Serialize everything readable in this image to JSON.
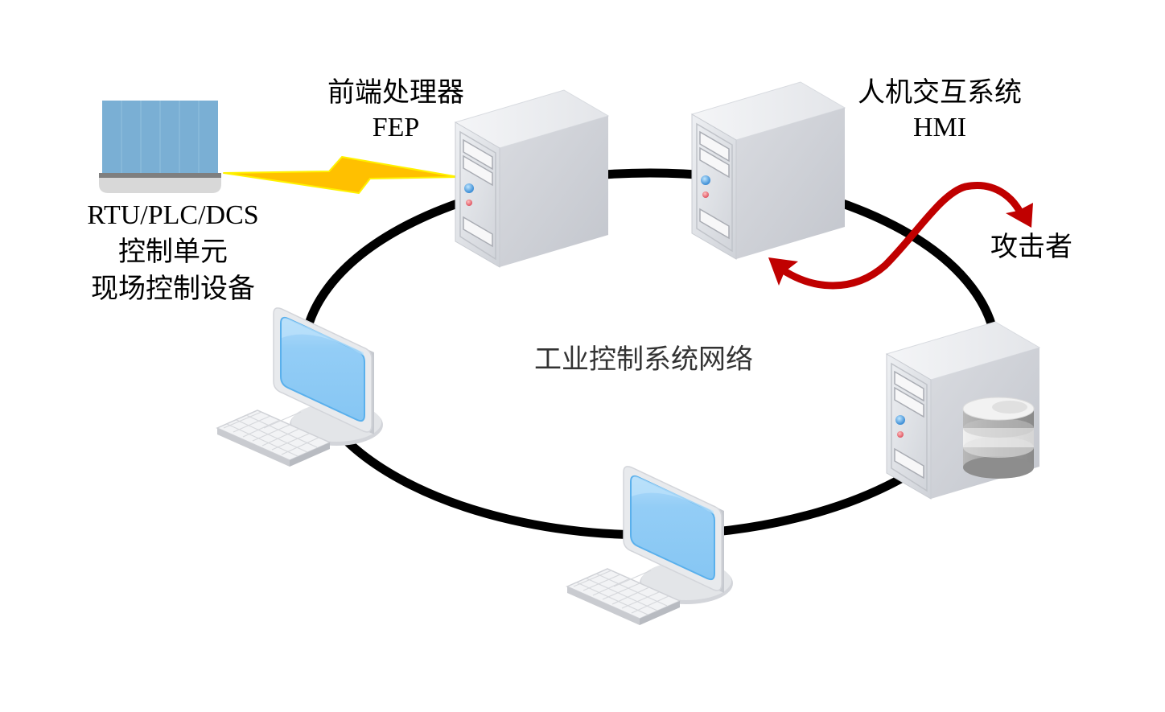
{
  "diagram": {
    "title": "工业控制系统网络",
    "nodes": {
      "field_device": {
        "lines": [
          "RTU/PLC/DCS",
          "控制单元",
          "现场控制设备"
        ],
        "icon": "plc-controller-icon"
      },
      "fep": {
        "lines": [
          "前端处理器",
          "FEP"
        ],
        "icon": "server-tower-icon"
      },
      "hmi": {
        "lines": [
          "人机交互系统",
          "HMI"
        ],
        "icon": "server-tower-icon"
      },
      "attacker": {
        "label": "攻击者",
        "icon": "attack-arrow-icon"
      },
      "database_server": {
        "icon": "database-server-icon"
      },
      "workstation_left": {
        "icon": "desktop-computer-icon"
      },
      "workstation_bottom": {
        "icon": "desktop-computer-icon"
      }
    },
    "links": [
      {
        "from": "field_device",
        "to": "fep",
        "type": "wireless",
        "color": "#ffc000"
      },
      {
        "from": "network_ring",
        "to": "all_nodes",
        "type": "wired",
        "color": "#000000"
      },
      {
        "from": "hmi",
        "to": "attacker",
        "type": "attack",
        "color": "#c00000"
      }
    ],
    "colors": {
      "ring": "#000000",
      "lightning": "#ffc000",
      "attack": "#c00000",
      "screen": "#8ecbf5",
      "plc": "#7aafd4"
    }
  }
}
